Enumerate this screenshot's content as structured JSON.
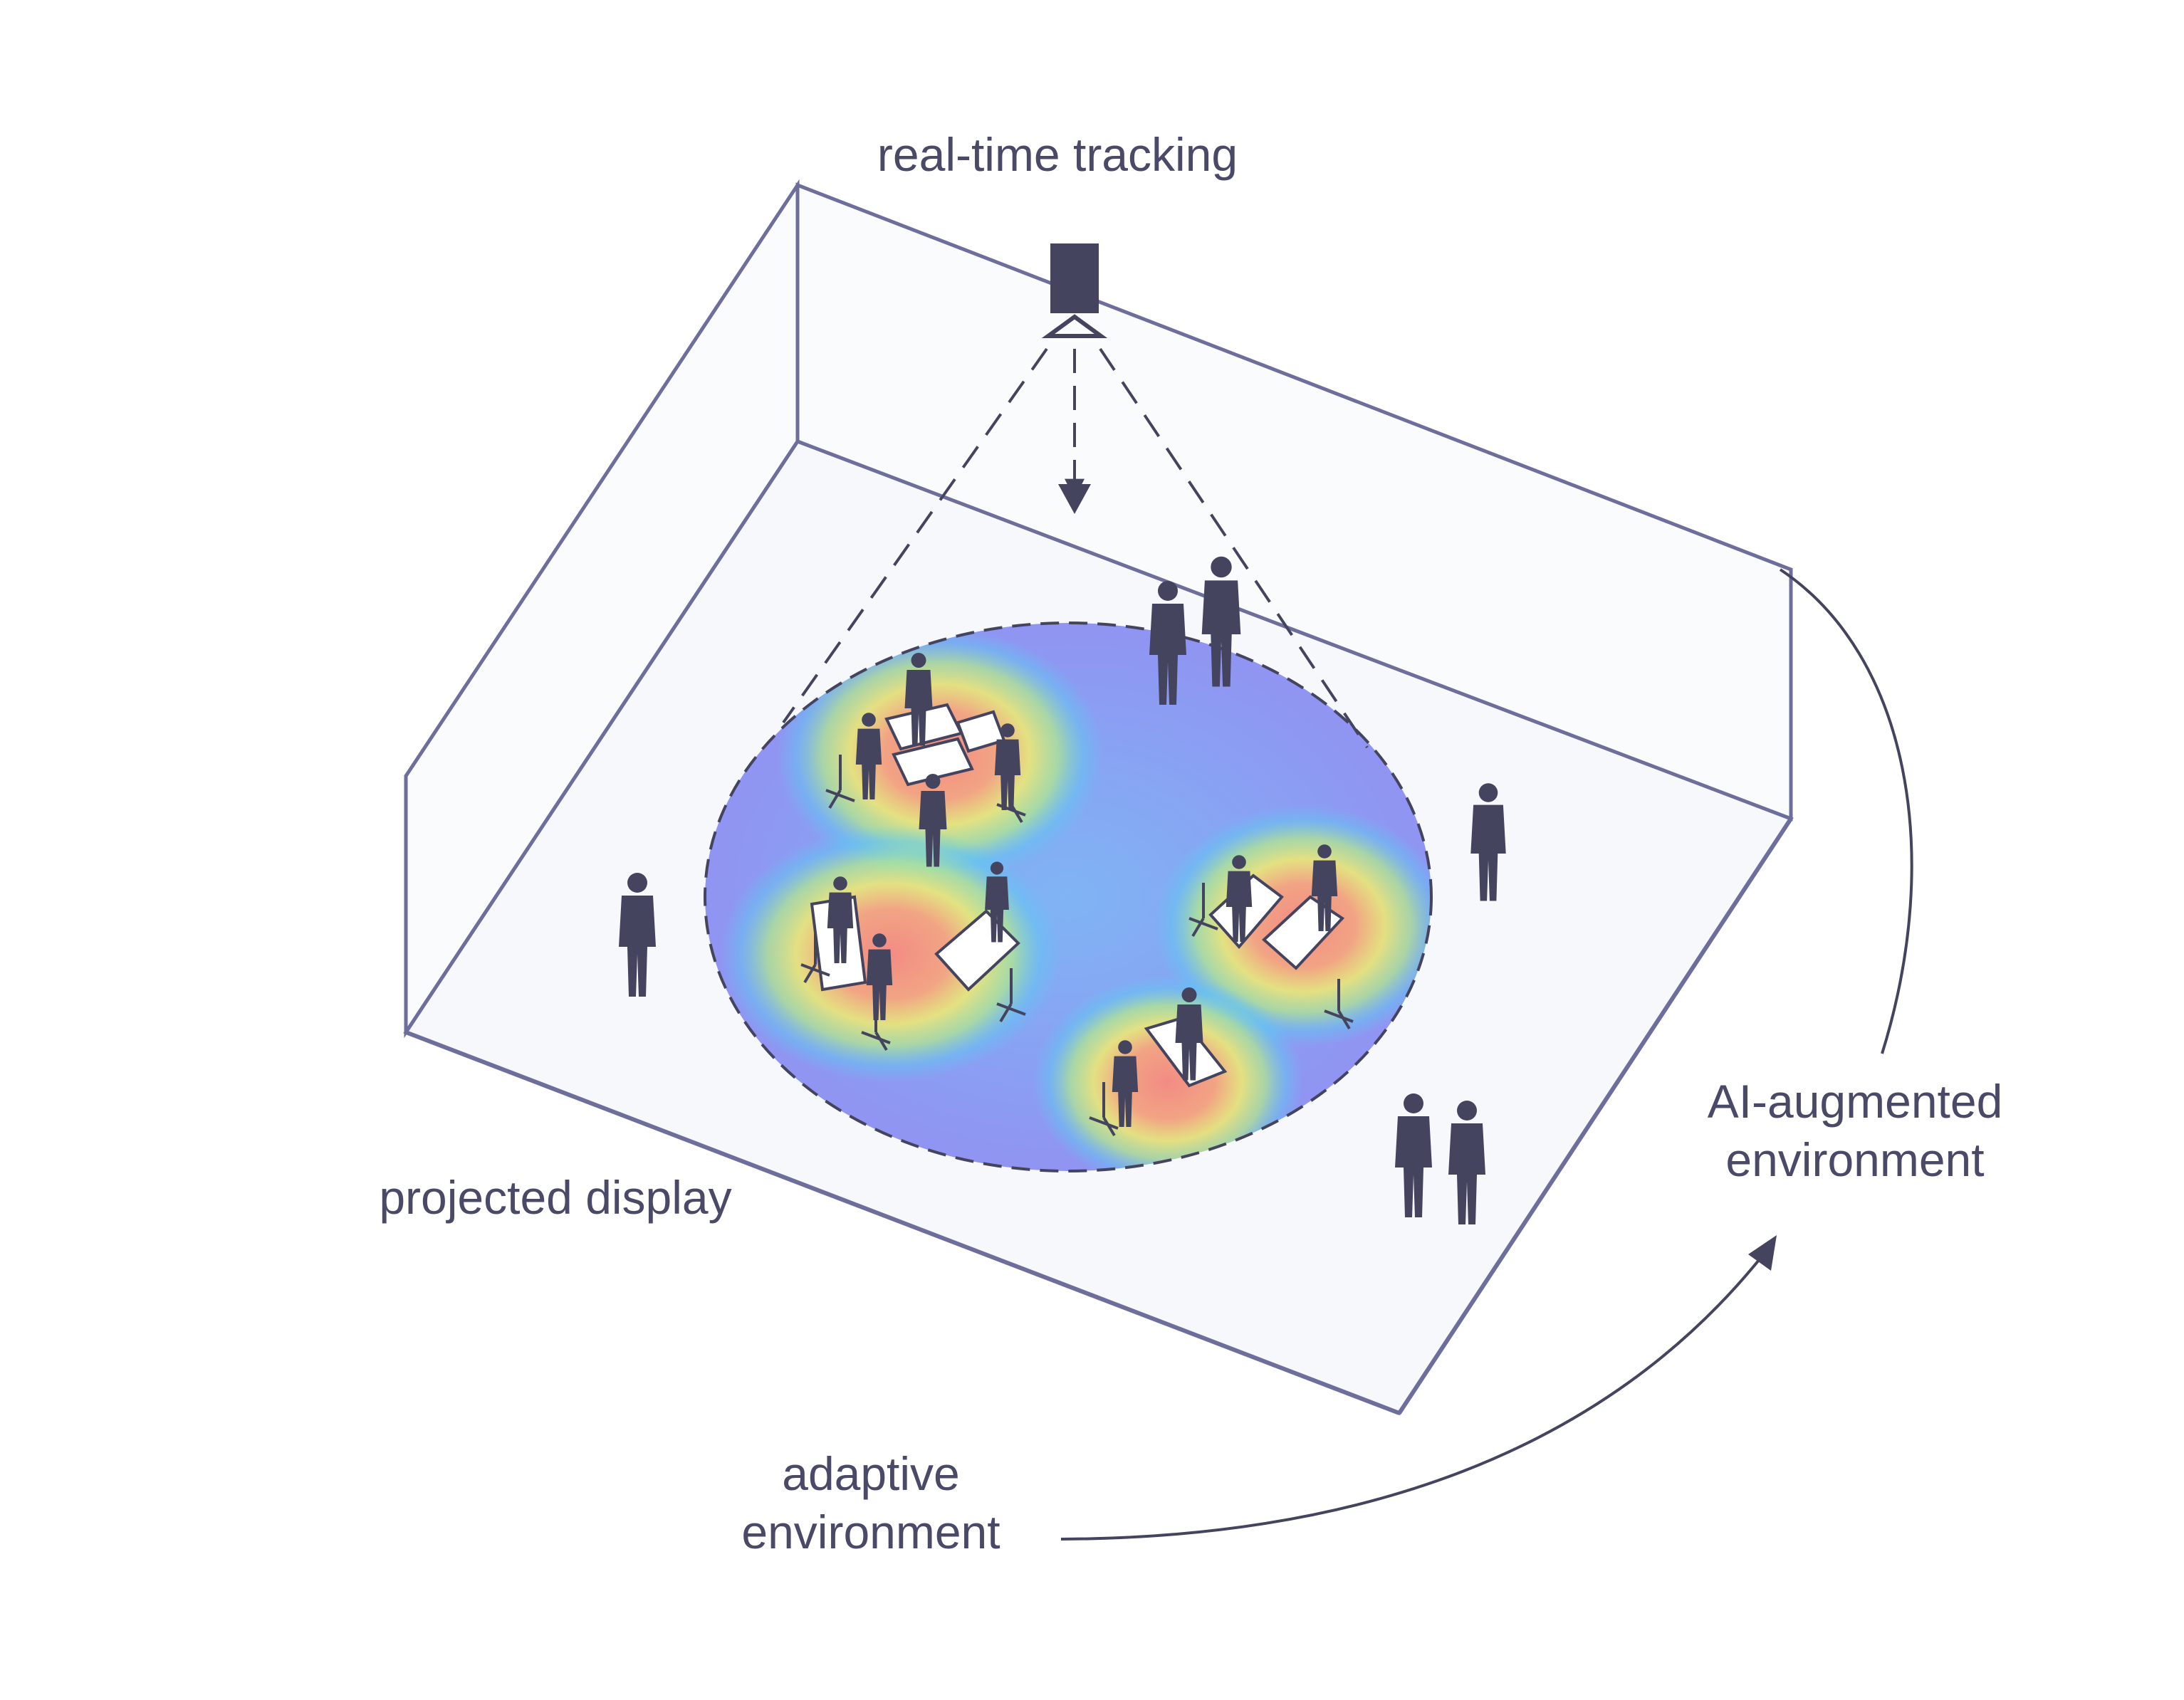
{
  "labels": {
    "tracking": "real-time tracking",
    "projected": "projected display",
    "adaptive_line1": "adaptive",
    "adaptive_line2": "environment",
    "ai_line1": "AI-augmented",
    "ai_line2": "environment"
  },
  "colors": {
    "room_stroke": "#6e6e9c",
    "room_fill": "#f7f8fc",
    "ink": "#44445f",
    "heat_low": "#8f95f2",
    "heat_mid": "#5ec9f2",
    "heat_green": "#b5ee86",
    "heat_yellow": "#f3ec6e",
    "heat_high": "#f38b85"
  },
  "icons": {
    "camera": "ceiling-camera-icon",
    "person": "person-silhouette-icon",
    "table": "desk-icon",
    "chair": "office-chair-icon"
  }
}
